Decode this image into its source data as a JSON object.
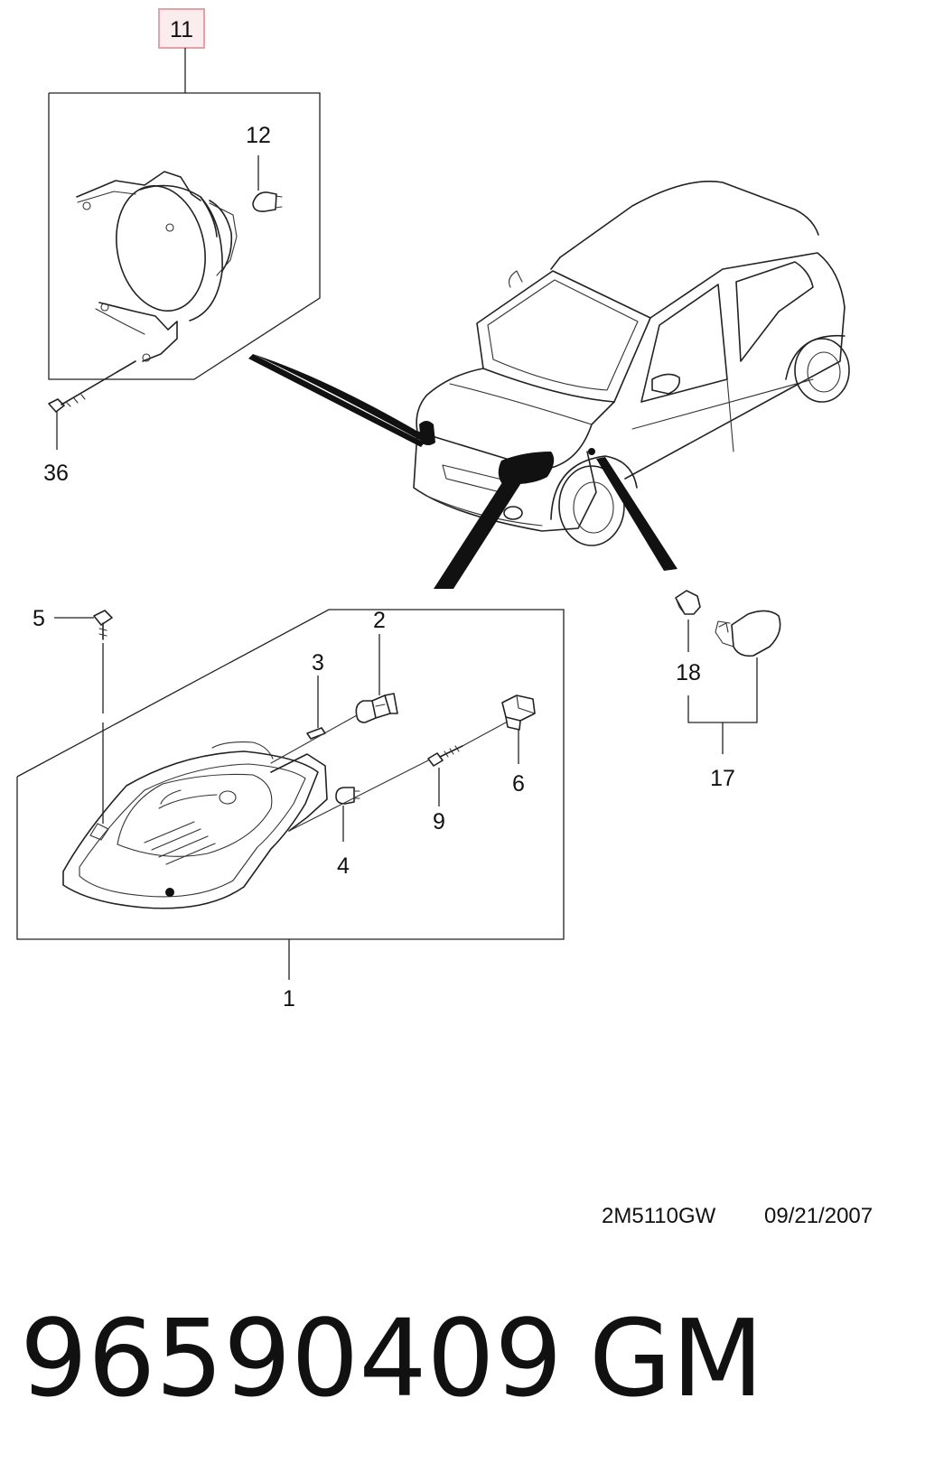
{
  "callouts": {
    "c11": "11",
    "c12": "12",
    "c36": "36",
    "c5": "5",
    "c2": "2",
    "c3": "3",
    "c6": "6",
    "c9": "9",
    "c4": "4",
    "c1": "1",
    "c18": "18",
    "c17": "17"
  },
  "drawing_code": "2M5110GW",
  "drawing_date": "09/21/2007",
  "part_number": "96590409",
  "brand": "GM",
  "colors": {
    "ink": "#111111",
    "highlight_box": "#e8a0a8",
    "highlight_fill": "#fbecee"
  }
}
